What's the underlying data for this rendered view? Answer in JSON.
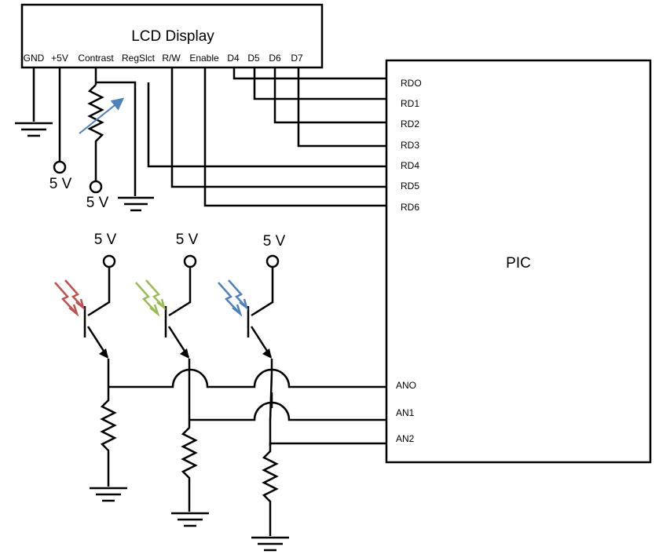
{
  "lcd": {
    "title": "LCD Display",
    "pins": [
      "GND",
      "+5V",
      "Contrast",
      "RegSlct",
      "R/W",
      "Enable",
      "D4",
      "D5",
      "D6",
      "D7"
    ]
  },
  "pic": {
    "title": "PIC",
    "port_d": [
      "RDO",
      "RD1",
      "RD2",
      "RD3",
      "RD4",
      "RD5",
      "RD6"
    ],
    "analog": [
      "ANO",
      "AN1",
      "AN2"
    ]
  },
  "supply_label": "5 V",
  "colors": {
    "wire": "#000000",
    "light_red": "#c0504d",
    "light_green": "#9bbb59",
    "light_blue": "#4f81bd"
  }
}
